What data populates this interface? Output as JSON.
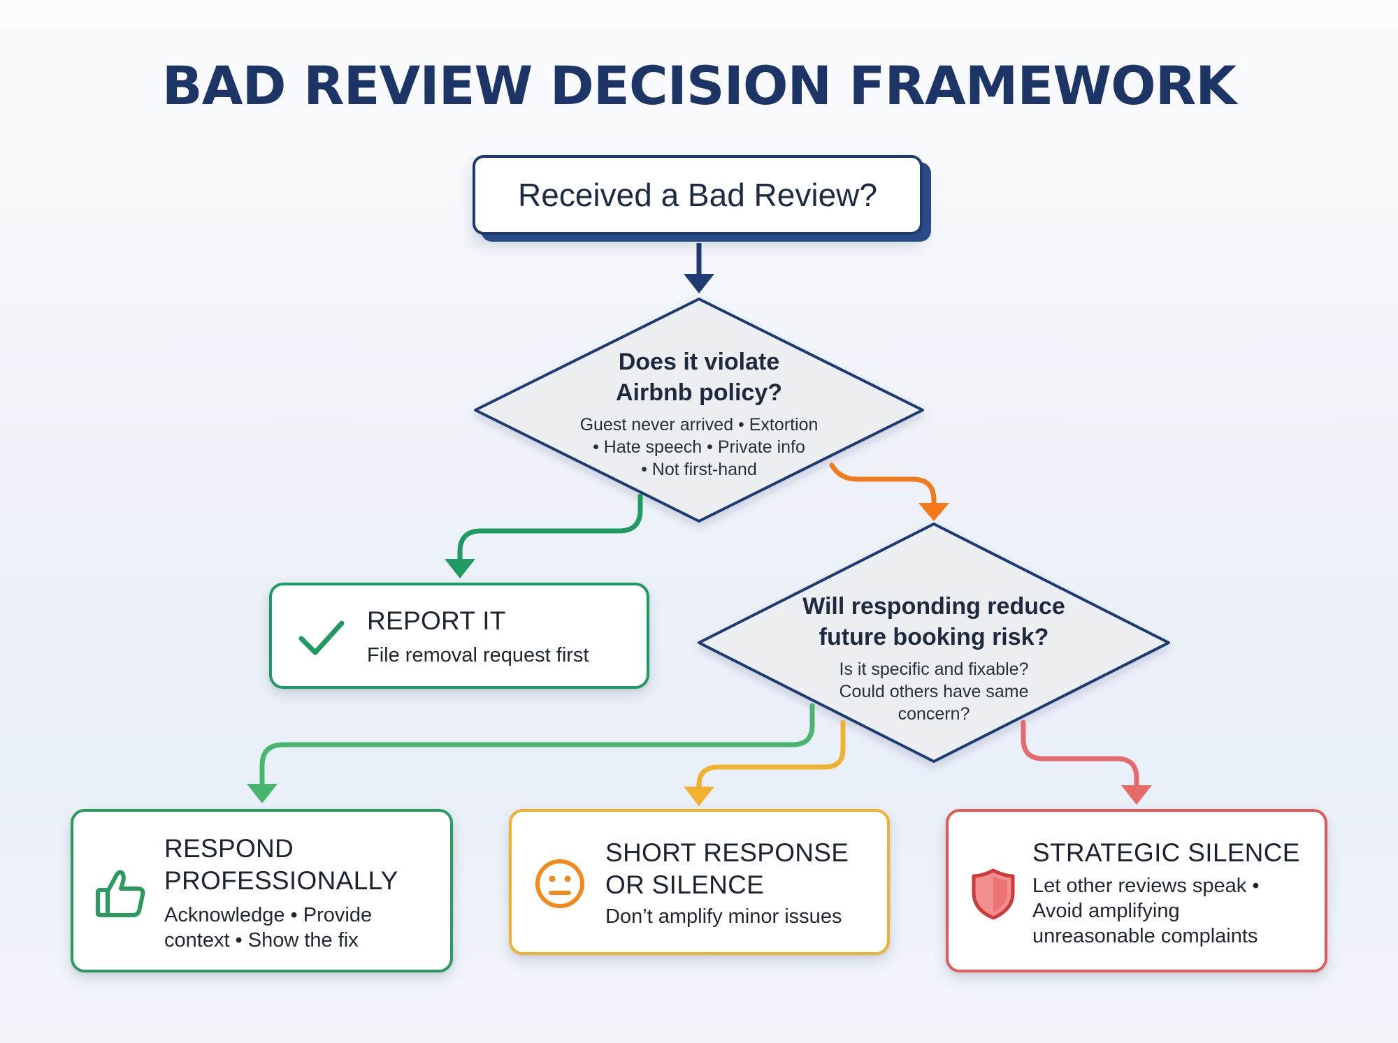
{
  "title": "BAD REVIEW DECISION FRAMEWORK",
  "start": {
    "label": "Received a Bad Review?"
  },
  "decision_policy": {
    "question_line1": "Does it violate",
    "question_line2": "Airbnb policy?",
    "criteria_line1": "Guest never arrived • Extortion",
    "criteria_line2": "• Hate speech • Private info",
    "criteria_line3": "• Not first-hand"
  },
  "decision_risk": {
    "question_line1": "Will responding reduce",
    "question_line2": "future booking risk?",
    "criteria_line1": "Is it specific and fixable?",
    "criteria_line2": "Could others have same",
    "criteria_line3": "concern?"
  },
  "outcomes": {
    "report": {
      "title": "REPORT IT",
      "text": "File removal request first",
      "icon": "checkmark-icon",
      "color": "#1f9a62"
    },
    "respond": {
      "title_line1": "RESPOND",
      "title_line2": "PROFESSIONALLY",
      "text_line1": "Acknowledge • Provide",
      "text_line2": "context • Show the fix",
      "icon": "thumbs-up-icon",
      "color": "#2a9a5f"
    },
    "short": {
      "title_line1": "SHORT RESPONSE",
      "title_line2": "OR SILENCE",
      "text_line1": "Don’t amplify minor issues",
      "icon": "neutral-face-icon",
      "color": "#f0b030"
    },
    "silence": {
      "title": "STRATEGIC SILENCE",
      "text_line1": "Let other reviews speak •",
      "text_line2": "Avoid amplifying",
      "text_line3": "unreasonable complaints",
      "icon": "shield-icon",
      "color": "#e05a5a"
    }
  },
  "colors": {
    "navy": "#1f3a72",
    "orange": "#f27a1c",
    "green": "#1f9a62",
    "light_green": "#49b66f",
    "yellow": "#f0b030",
    "red": "#e66a6a"
  }
}
